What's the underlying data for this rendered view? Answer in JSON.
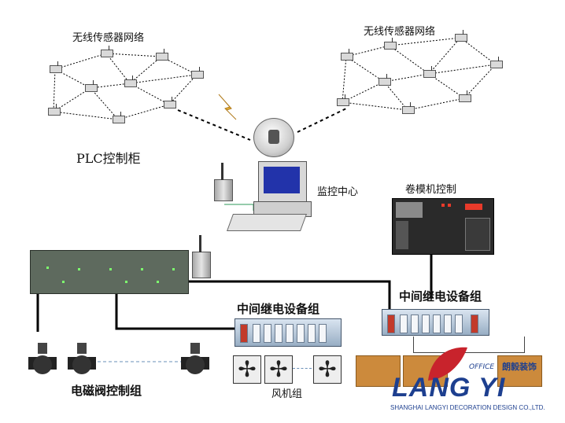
{
  "labels": {
    "net_left": "无线传感器网络",
    "net_right": "无线传感器网络",
    "plc_cabinet": "PLC控制柜",
    "monitor_center": "监控中心",
    "winder_control": "卷模机控制",
    "relay_group_left": "中间继电设备组",
    "relay_group_right": "中间继电设备组",
    "valve_group": "电磁阀控制组",
    "fan_group": "风机组"
  },
  "logo": {
    "office": "OFFICE",
    "brand": "LANG YI",
    "chinese": "朗毅装饰",
    "company": "SHANGHAI LANGYI DECORATION DESIGN CO.,LTD."
  },
  "colors": {
    "wire": "#000000",
    "logo_blue": "#1d3f8f",
    "logo_red": "#c8232c",
    "lightning": "#e8b23a"
  }
}
